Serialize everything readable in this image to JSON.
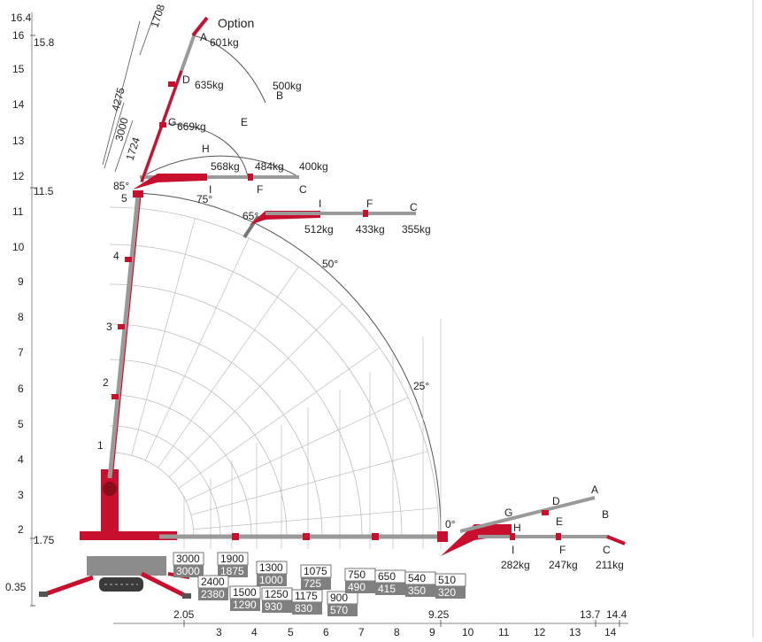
{
  "axes": {
    "y_ticks": [
      "2",
      "3",
      "4",
      "5",
      "6",
      "7",
      "8",
      "9",
      "10",
      "11",
      "12",
      "13",
      "14",
      "15",
      "16"
    ],
    "y_special": {
      "top": "16.4",
      "v158": "15.8",
      "v115": "11.5",
      "v175": "1.75",
      "v035": "0.35"
    },
    "x_ticks": [
      "3",
      "4",
      "5",
      "6",
      "7",
      "8",
      "9",
      "10",
      "11",
      "12",
      "13",
      "14"
    ],
    "x_special": {
      "v205": "2.05",
      "v925": "9.25",
      "v137": "13.7",
      "v144": "14.4"
    }
  },
  "angles": {
    "a85": "85°",
    "a75": "75°",
    "a65": "65°",
    "a50": "50°",
    "a25": "25°",
    "a0": "0°"
  },
  "dims": {
    "d1708": "1708",
    "d4275": "4275",
    "d3000": "3000",
    "d1724": "1724"
  },
  "section_numbers": [
    "1",
    "2",
    "3",
    "4",
    "5"
  ],
  "top_jib": {
    "option": "Option",
    "letters": {
      "A": "A",
      "D": "D",
      "G": "G",
      "H": "H",
      "B": "B",
      "E": "E",
      "I": "I",
      "F": "F",
      "C": "C"
    },
    "loads": {
      "A": "601kg",
      "D": "635kg",
      "G": "669kg",
      "B": "500kg",
      "I": "568kg",
      "F": "484kg",
      "C": "400kg"
    }
  },
  "mid_jib": {
    "letters": {
      "I": "I",
      "F": "F",
      "C": "C"
    },
    "loads": {
      "I": "512kg",
      "F": "433kg",
      "C": "355kg"
    }
  },
  "low_jib": {
    "letters": {
      "G": "G",
      "D": "D",
      "A": "A",
      "H": "H",
      "E": "E",
      "B": "B",
      "I": "I",
      "F": "F",
      "C": "C"
    },
    "loads": {
      "I": "282kg",
      "F": "247kg",
      "C": "211kg"
    }
  },
  "capacity_boxes": [
    {
      "top": "3000",
      "bottom": "3000"
    },
    {
      "top": "1900",
      "bottom": "1875"
    },
    {
      "top": "2400",
      "bottom": "2380"
    },
    {
      "top": "1300",
      "bottom": "1000"
    },
    {
      "top": "1500",
      "bottom": "1290"
    },
    {
      "top": "1250",
      "bottom": "930"
    },
    {
      "top": "1075",
      "bottom": "725"
    },
    {
      "top": "1175",
      "bottom": "830"
    },
    {
      "top": "900",
      "bottom": "570"
    },
    {
      "top": "750",
      "bottom": "490"
    },
    {
      "top": "650",
      "bottom": "415"
    },
    {
      "top": "540",
      "bottom": "350"
    },
    {
      "top": "510",
      "bottom": "320"
    }
  ],
  "colors": {
    "crane_red": "#c8102e",
    "crane_dark": "#8a0d1e",
    "boom_grey": "#9a9a9a",
    "box_grey": "#808080",
    "grid": "#bdbdbd"
  }
}
